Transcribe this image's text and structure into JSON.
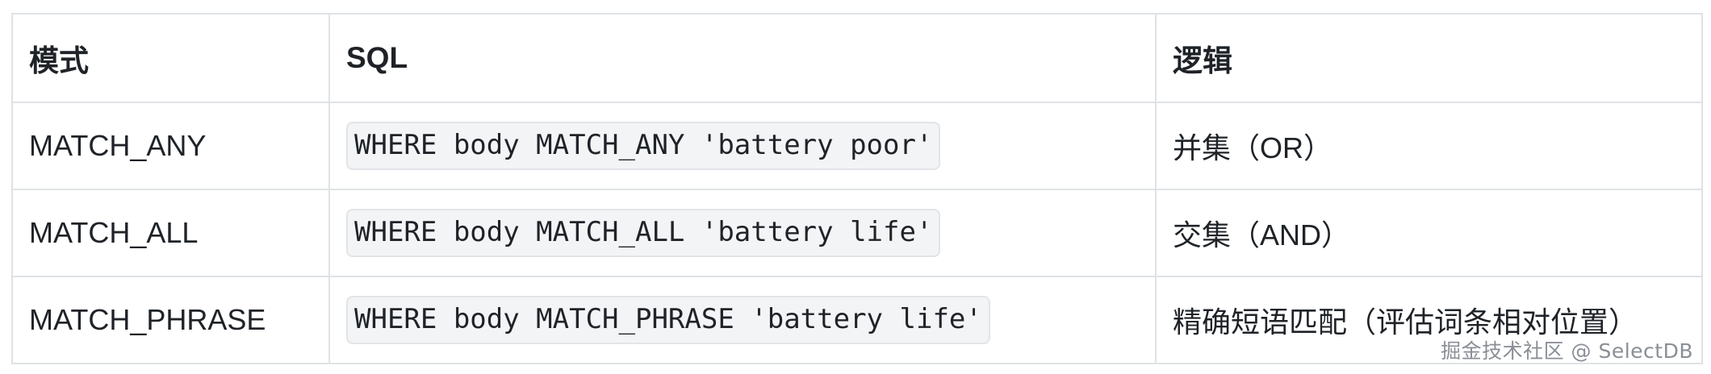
{
  "table": {
    "headers": [
      "模式",
      "SQL",
      "逻辑"
    ],
    "rows": [
      {
        "mode": "MATCH_ANY",
        "sql": "WHERE body MATCH_ANY 'battery poor'",
        "logic": "并集（OR）"
      },
      {
        "mode": "MATCH_ALL",
        "sql": "WHERE body MATCH_ALL 'battery life'",
        "logic": "交集（AND）"
      },
      {
        "mode": "MATCH_PHRASE",
        "sql": "WHERE body MATCH_PHRASE 'battery life'",
        "logic": "精确短语匹配（评估词条相对位置）"
      }
    ]
  },
  "watermark": "掘金技术社区 @ SelectDB",
  "colors": {
    "border": "#dfe2e5",
    "code_background": "#f3f4f6",
    "text": "#1f2328",
    "watermark": "#8a8f96"
  }
}
